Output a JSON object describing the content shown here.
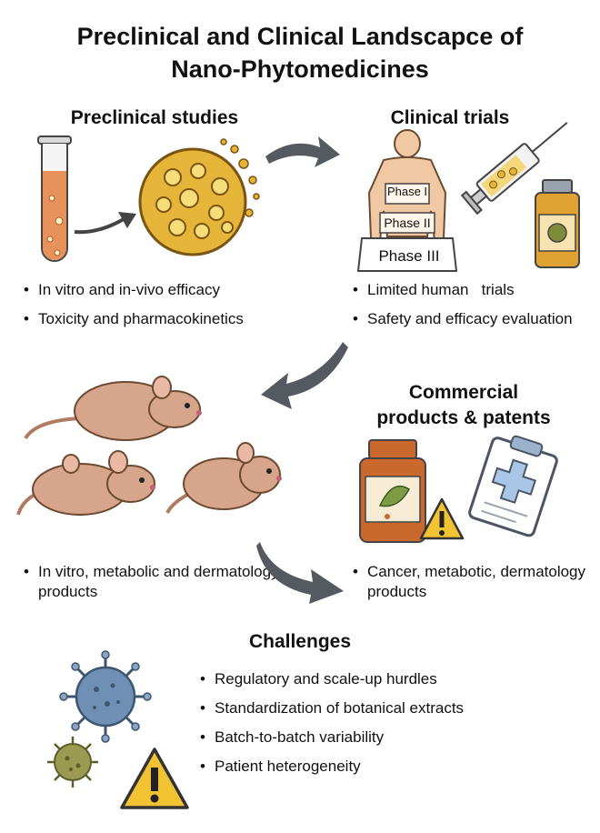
{
  "title": {
    "line1": "Preclinical and Clinical Landscapce of",
    "line2": "Nano-Phytomedicines"
  },
  "preclinical": {
    "heading": "Preclinical studies",
    "bullets": [
      "In vitro and in-vivo efficacy",
      "Toxicity and pharmacokinetics"
    ]
  },
  "clinical": {
    "heading": "Clinical trials",
    "phases": [
      "Phase I",
      "Phase II",
      "Phase III"
    ],
    "bullets": [
      "Limited human   trials",
      "Safety and efficacy evaluation"
    ]
  },
  "animal_products": {
    "bullets": [
      "In vitro, metabolic and dermatology products"
    ]
  },
  "commercial": {
    "heading_line1": "Commercial",
    "heading_line2": "products & patents",
    "bullets": [
      "Cancer, metabotic, dermatology products"
    ]
  },
  "challenges": {
    "heading": "Challenges",
    "bullets": [
      "Regulatory and scale-up hurdles",
      "Standardization of botanical extracts",
      "Batch-to-batch variability",
      "Patient heterogeneity"
    ]
  },
  "colors": {
    "arrow": "#555a60",
    "test_tube_liquid": "#e9915a",
    "nanoparticle": "#e5b53a",
    "mouse": "#d7a48c",
    "bottle": "#c9692e",
    "warning": "#f1c232",
    "virus_blue": "#6f8fb5",
    "virus_olive": "#9a9a52"
  }
}
